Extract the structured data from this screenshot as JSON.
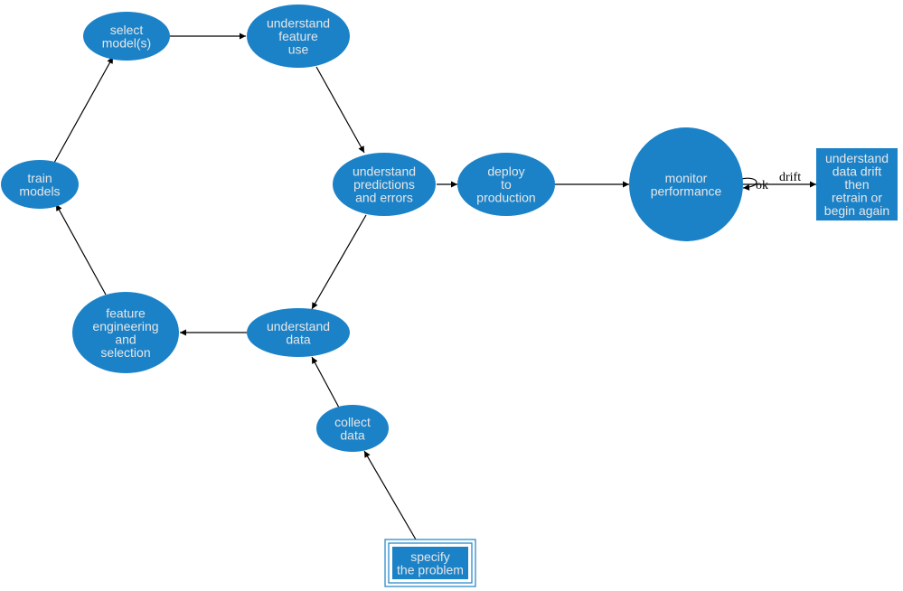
{
  "nodes": {
    "select_models": {
      "lines": [
        "select",
        "model(s)"
      ]
    },
    "understand_feature_use": {
      "lines": [
        "understand",
        "feature",
        "use"
      ]
    },
    "train_models": {
      "lines": [
        "train",
        "models"
      ]
    },
    "understand_predictions": {
      "lines": [
        "understand",
        "predictions",
        "and errors"
      ]
    },
    "deploy": {
      "lines": [
        "deploy",
        "to",
        "production"
      ]
    },
    "monitor": {
      "lines": [
        "monitor",
        "performance"
      ]
    },
    "understand_drift": {
      "lines": [
        "understand",
        "data drift",
        "then",
        "retrain or",
        "begin again"
      ]
    },
    "feature_engineering": {
      "lines": [
        "feature",
        "engineering",
        "and",
        "selection"
      ]
    },
    "understand_data": {
      "lines": [
        "understand",
        "data"
      ]
    },
    "collect_data": {
      "lines": [
        "collect",
        "data"
      ]
    },
    "specify_problem": {
      "lines": [
        "specify",
        "the problem"
      ]
    }
  },
  "edge_labels": {
    "ok": "ok",
    "drift": "drift"
  },
  "colors": {
    "node_fill": "#1b82c8",
    "node_text": "#e6e6e6",
    "edge": "#000000"
  }
}
